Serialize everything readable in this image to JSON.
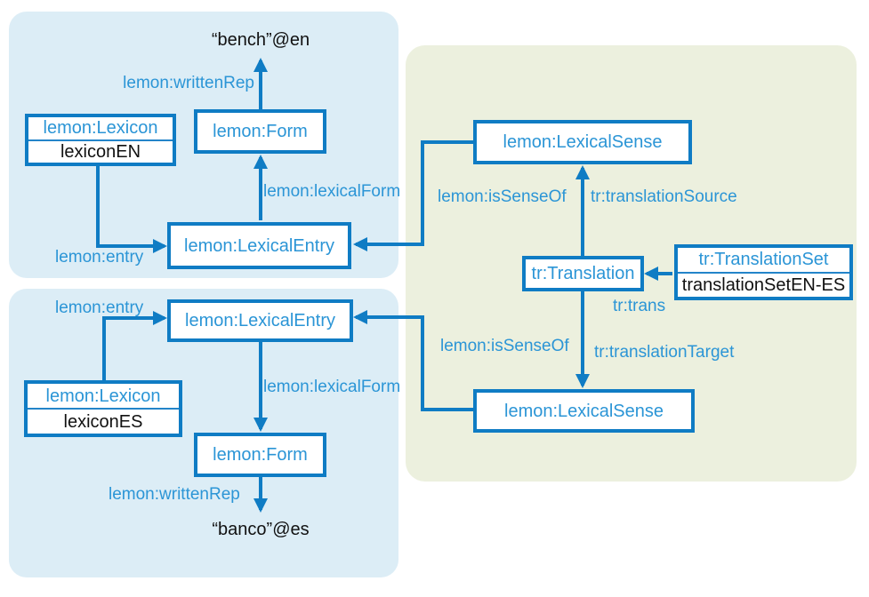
{
  "colors": {
    "panel_blue": "#DCEDF6",
    "panel_green": "#ECF0DE",
    "line_blue": "#0F7CC4",
    "text_blue": "#2B95D6",
    "text_black": "#111111"
  },
  "english_panel": {
    "literal": "“bench”@en",
    "written_rep_label": "lemon:writtenRep",
    "form_box": "lemon:Form",
    "lexicon_box": {
      "class_name": "lemon:Lexicon",
      "instance": "lexiconEN"
    },
    "lexical_form_label": "lemon:lexicalForm",
    "lexical_entry_box": "lemon:LexicalEntry",
    "entry_label": "lemon:entry"
  },
  "spanish_panel": {
    "entry_label": "lemon:entry",
    "lexical_entry_box": "lemon:LexicalEntry",
    "lexicon_box": {
      "class_name": "lemon:Lexicon",
      "instance": "lexiconES"
    },
    "lexical_form_label": "lemon:lexicalForm",
    "form_box": "lemon:Form",
    "written_rep_label": "lemon:writtenRep",
    "literal": "“banco”@es"
  },
  "translation_panel": {
    "sense_en_box": "lemon:LexicalSense",
    "is_sense_of_en_label": "lemon:isSenseOf",
    "translation_source_label": "tr:translationSource",
    "translation_box": "tr:Translation",
    "translation_set_box": {
      "class_name": "tr:TranslationSet",
      "instance": "translationSetEN-ES"
    },
    "trans_label": "tr:trans",
    "is_sense_of_es_label": "lemon:isSenseOf",
    "translation_target_label": "tr:translationTarget",
    "sense_es_box": "lemon:LexicalSense"
  }
}
